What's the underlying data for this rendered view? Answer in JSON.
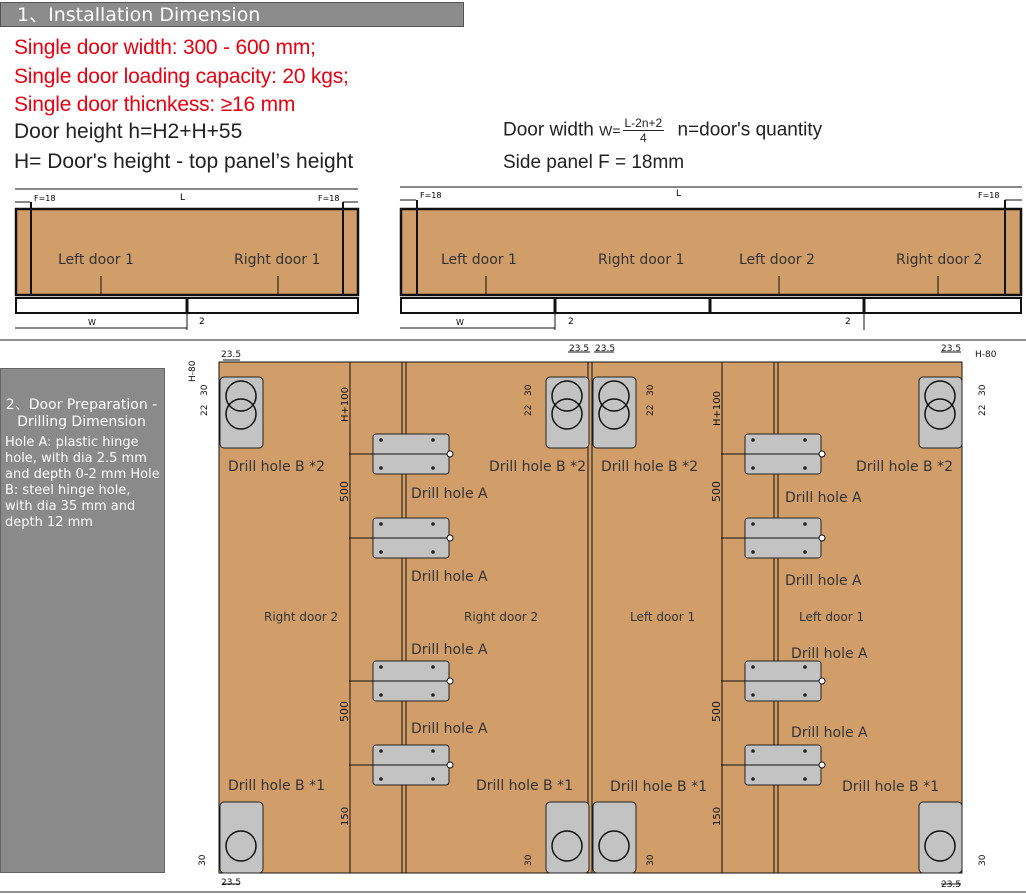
{
  "section1": {
    "title": "1、Installation Dimension",
    "specs": [
      "Single door width: 300 - 600 mm;",
      "Single door loading capacity: 20 kgs;",
      "Single door thicnkess: ≥16 mm"
    ],
    "height_lines": [
      "Door height h=H2+H+55",
      "H= Door's height - top panel’s height"
    ],
    "door_width_label": "Door width",
    "formula_prefix": "W=",
    "formula_num": "L-2n+2",
    "formula_den": "4",
    "formula_suffix": "n=door's quantity",
    "side_panel": "Side panel F = 18mm"
  },
  "diagram_two_doors": {
    "f_left": "F=18",
    "f_right": "F=18",
    "l": "L",
    "w": "W",
    "gap": "2",
    "doors": [
      "Left door 1",
      "Right door 1"
    ]
  },
  "diagram_four_doors": {
    "f_left": "F=18",
    "f_right": "F=18",
    "l": "L",
    "w": "W",
    "gap": "2",
    "doors": [
      "Left door 1",
      "Right door 1",
      "Left door 2",
      "Right door 2"
    ]
  },
  "section2": {
    "title": "2、Door Preparation - Drilling Dimension",
    "desc": "Hole A: plastic hinge hole, with dia 2.5 mm and depth 0-2 mm Hole B: steel hinge hole, with dia 35 mm and depth 12 mm"
  },
  "drilling": {
    "doors": [
      "Right door 2",
      "Right door 2",
      "Left door 1",
      "Left door 1"
    ],
    "hole_b2": "Drill hole B *2",
    "hole_b1": "Drill hole B *1",
    "hole_a": "Drill hole A",
    "dims": {
      "d235": "23.5",
      "h80": "H-80",
      "d30": "30",
      "d22": "22",
      "h100": "H+100",
      "d500": "500",
      "d150": "150"
    }
  },
  "colors": {
    "wood": "#d19d68",
    "plate": "#c3c3c3",
    "spec_red": "#e60012"
  }
}
